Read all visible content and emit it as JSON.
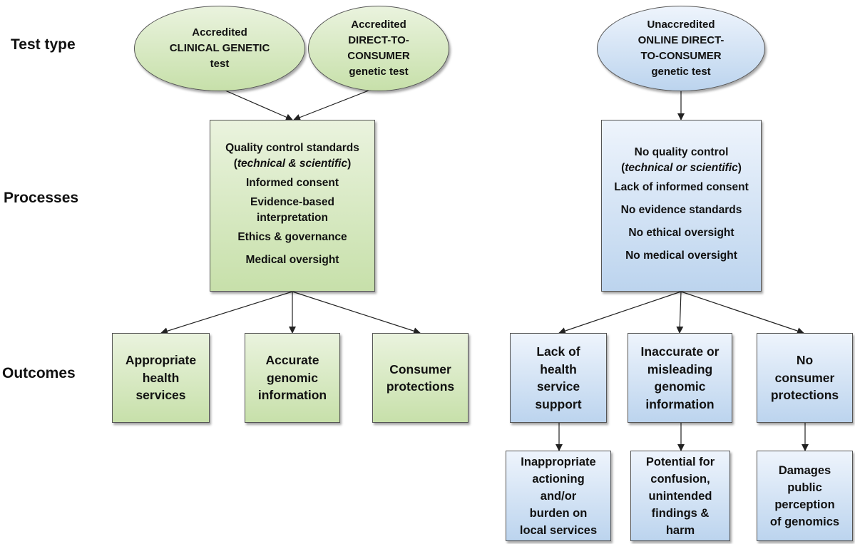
{
  "row_labels": {
    "test_type": "Test type",
    "processes": "Processes",
    "outcomes": "Outcomes"
  },
  "test_types": {
    "clinical": {
      "lines": [
        "Accredited",
        "CLINICAL GENETIC",
        "test"
      ]
    },
    "dtc": {
      "lines": [
        "Accredited",
        "DIRECT-TO-",
        "CONSUMER",
        "genetic test"
      ]
    },
    "online_dtc": {
      "lines": [
        "Unaccredited",
        "ONLINE DIRECT-",
        "TO-CONSUMER",
        "genetic test"
      ]
    }
  },
  "processes": {
    "accredited": {
      "qc_title": "Quality control standards",
      "qc_open": "(",
      "qc_detail": "technical & scientific",
      "qc_close": ")",
      "items": [
        "Informed consent",
        "Evidence-based",
        "interpretation",
        "Ethics & governance",
        "Medical oversight"
      ]
    },
    "unaccredited": {
      "qc_title": "No quality control",
      "qc_open": "(",
      "qc_detail": "technical or scientific",
      "qc_close": ")",
      "items": [
        "Lack of informed consent",
        "No evidence standards",
        "No ethical oversight",
        "No medical oversight"
      ]
    }
  },
  "outcomes": {
    "accredited": [
      {
        "lines": [
          "Appropriate",
          "health",
          "services"
        ]
      },
      {
        "lines": [
          "Accurate",
          "genomic",
          "information"
        ]
      },
      {
        "lines": [
          "Consumer",
          "protections"
        ]
      }
    ],
    "unaccredited": [
      {
        "lines": [
          "Lack of",
          "health",
          "service",
          "support"
        ]
      },
      {
        "lines": [
          "Inaccurate or",
          "misleading",
          "genomic",
          "information"
        ]
      },
      {
        "lines": [
          "No",
          "consumer",
          "protections"
        ]
      }
    ]
  },
  "consequences": [
    {
      "lines": [
        "Inappropriate",
        "actioning",
        "and/or",
        "burden on",
        "local services"
      ]
    },
    {
      "lines": [
        "Potential for",
        "confusion,",
        "unintended",
        "findings &",
        "harm"
      ]
    },
    {
      "lines": [
        "Damages",
        "public",
        "perception",
        "of genomics"
      ]
    }
  ],
  "colors": {
    "accredited_fill": "#c7e0aa",
    "unaccredited_fill": "#bcd4ee",
    "border": "#555555",
    "arrow": "#222222"
  }
}
